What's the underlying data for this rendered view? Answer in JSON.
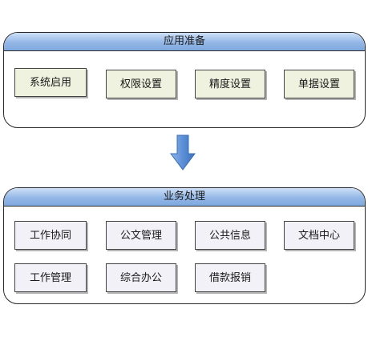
{
  "prep": {
    "title": "应用准备",
    "items": [
      "系统启用",
      "权限设置",
      "精度设置",
      "单据设置"
    ]
  },
  "biz": {
    "title": "业务处理",
    "row1": [
      "工作协同",
      "公文管理",
      "公共信息",
      "文档中心"
    ],
    "row2": [
      "工作管理",
      "综合办公",
      "借款报销"
    ]
  },
  "colors": {
    "header_top": "#cfe0f7",
    "header_bottom": "#7ea8df",
    "prep_box": "#eef2df",
    "biz_box": "#f2f1f7",
    "arrow": "#5b8fd6"
  }
}
